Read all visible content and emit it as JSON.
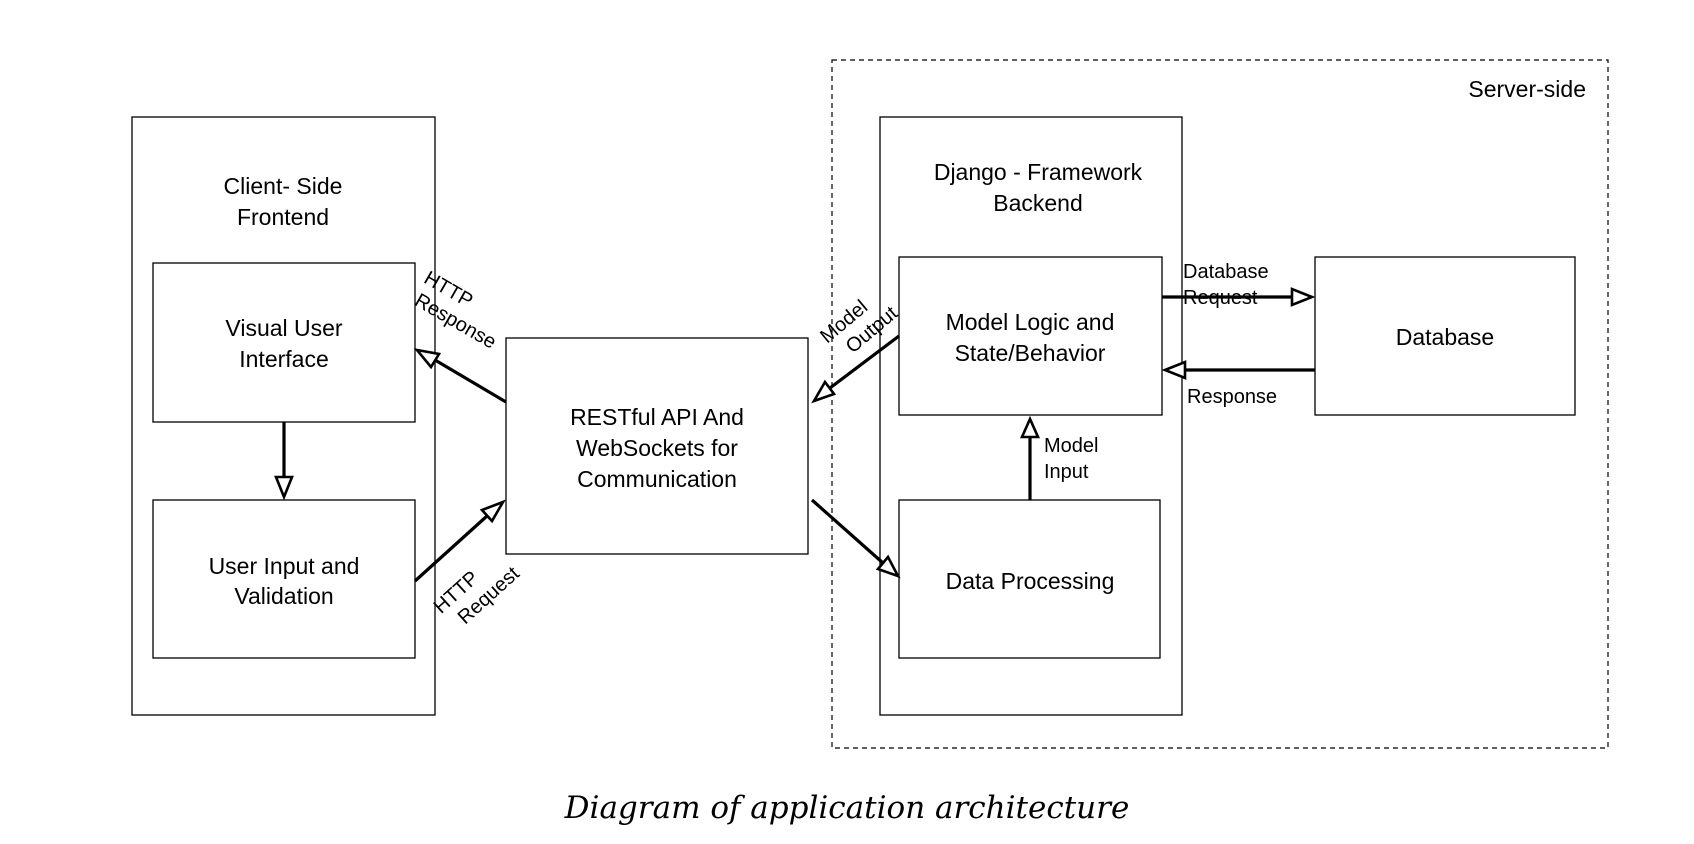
{
  "server": {
    "label": "Server-side"
  },
  "client": {
    "title_line1": "Client- Side",
    "title_line2": "Frontend"
  },
  "visual_ui": {
    "line1": "Visual User",
    "line2": "Interface"
  },
  "user_input": {
    "line1": "User Input and",
    "line2": "Validation"
  },
  "api": {
    "line1": "RESTful API And",
    "line2": "WebSockets for",
    "line3": "Communication"
  },
  "django": {
    "title_line1": "Django - Framework",
    "title_line2": "Backend"
  },
  "model_logic": {
    "line1": "Model Logic and",
    "line2": "State/Behavior"
  },
  "data_processing": {
    "label": "Data Processing"
  },
  "database": {
    "label": "Database"
  },
  "edges": {
    "http_response": {
      "line1": "HTTP",
      "line2": "Response"
    },
    "http_request": {
      "line1": "HTTP",
      "line2": "Request"
    },
    "model_output": {
      "line1": "Model",
      "line2": "Output"
    },
    "model_input": {
      "line1": "Model",
      "line2": "Input"
    },
    "db_request": {
      "line1": "Database",
      "line2": "Request"
    },
    "db_response": {
      "label": "Response"
    }
  },
  "caption": "Diagram of application architecture"
}
